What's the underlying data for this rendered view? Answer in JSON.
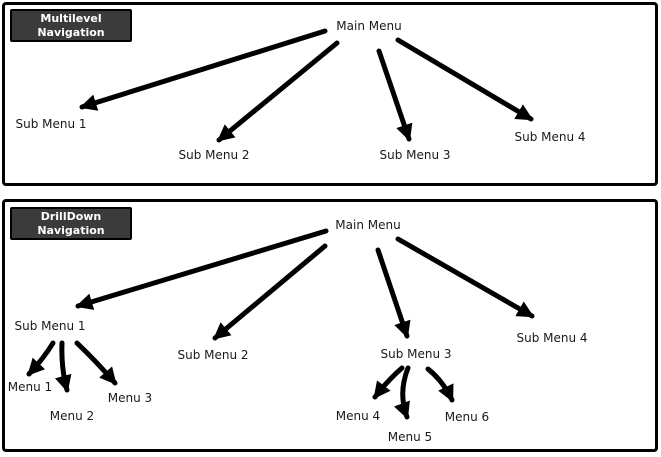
{
  "colors": {
    "background": "#ffffff",
    "panel_border": "#000000",
    "header_bg": "#3b3b3b",
    "header_text": "#ffffff",
    "node_text": "#1a1a1a",
    "arrow": "#000000"
  },
  "panels": [
    {
      "title_line1": "Multilevel",
      "title_line2": "Navigation",
      "nodes": {
        "main": "Main Menu",
        "sub1": "Sub Menu 1",
        "sub2": "Sub Menu 2",
        "sub3": "Sub Menu 3",
        "sub4": "Sub Menu 4"
      }
    },
    {
      "title_line1": "DrillDown",
      "title_line2": "Navigation",
      "nodes": {
        "main": "Main Menu",
        "sub1": "Sub Menu 1",
        "sub2": "Sub Menu 2",
        "sub3": "Sub Menu 3",
        "sub4": "Sub Menu 4",
        "menu1": "Menu 1",
        "menu2": "Menu 2",
        "menu3": "Menu 3",
        "menu4": "Menu 4",
        "menu5": "Menu 5",
        "menu6": "Menu 6"
      }
    }
  ]
}
